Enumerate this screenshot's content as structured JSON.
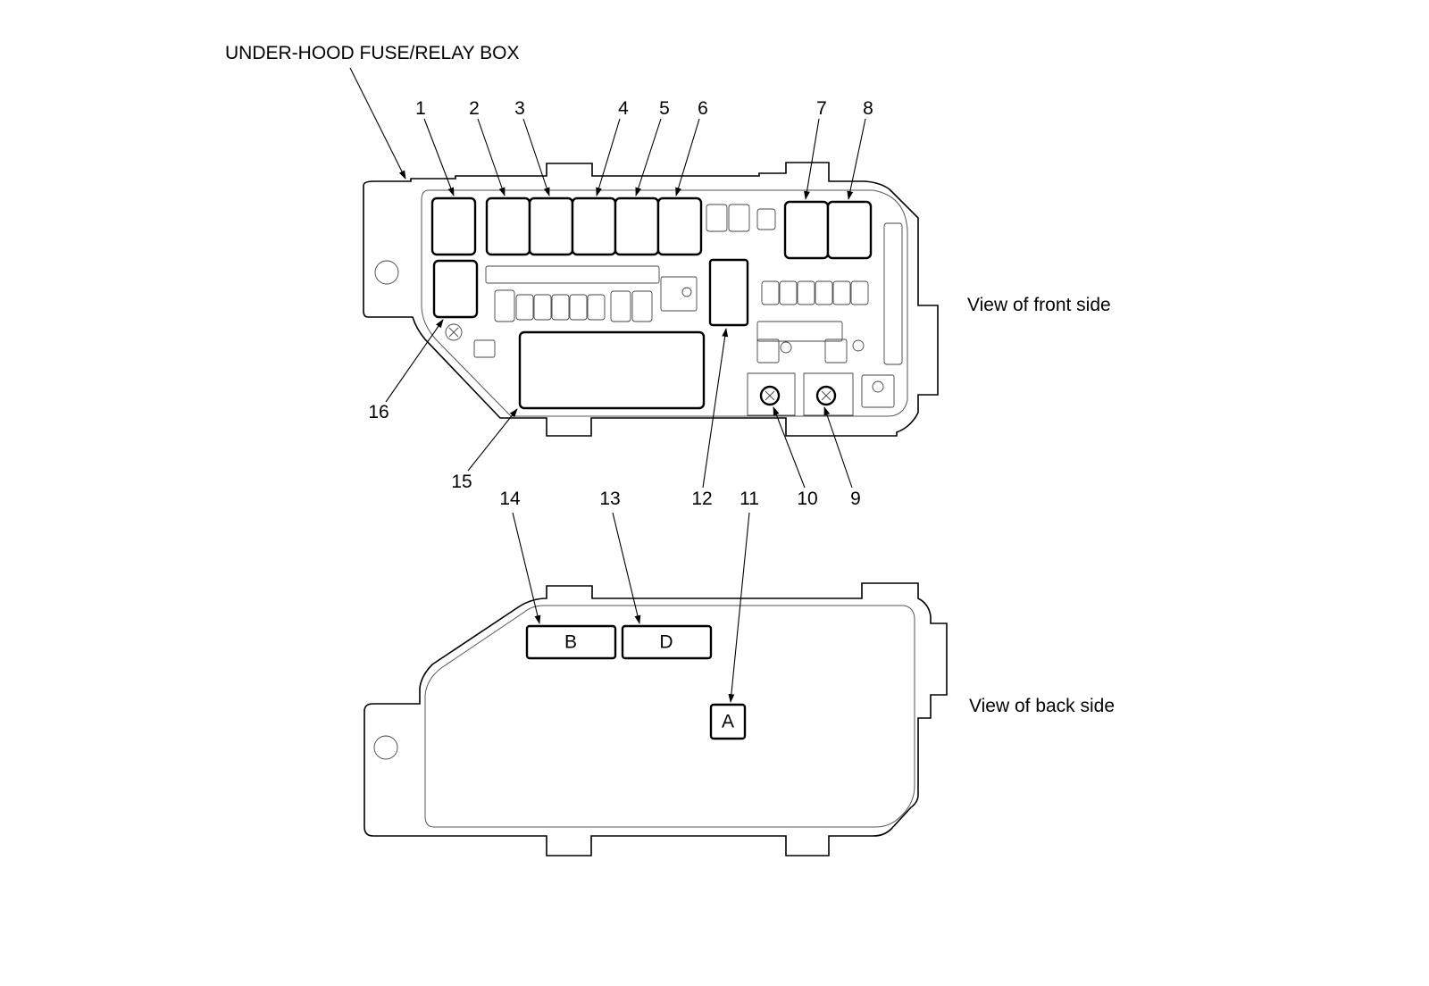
{
  "title": "UNDER-HOOD FUSE/RELAY BOX",
  "views": {
    "front": "View of front side",
    "back": "View of back side"
  },
  "callouts": [
    "1",
    "2",
    "3",
    "4",
    "5",
    "6",
    "7",
    "8",
    "9",
    "10",
    "11",
    "12",
    "13",
    "14",
    "15",
    "16"
  ],
  "connectors": {
    "a": "A",
    "b": "B",
    "d": "D"
  }
}
